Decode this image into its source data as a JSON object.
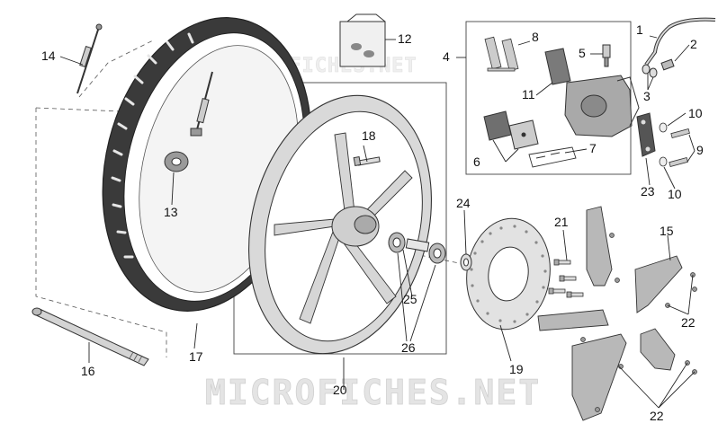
{
  "diagram": {
    "watermark_main": "MICROFICHES.NET",
    "watermark_top": "MICROFICHES.NET",
    "callouts": {
      "c1": "1",
      "c2": "2",
      "c3": "3",
      "c4": "4",
      "c5": "5",
      "c6": "6",
      "c7": "7",
      "c8": "8",
      "c9": "9",
      "c10a": "10",
      "c10b": "10",
      "c11": "11",
      "c12": "12",
      "c13": "13",
      "c14": "14",
      "c15": "15",
      "c16": "16",
      "c17": "17",
      "c18": "18",
      "c19": "19",
      "c20": "20",
      "c21": "21",
      "c22a": "22",
      "c22b": "22",
      "c23": "23",
      "c24": "24",
      "c25": "25",
      "c26": "26"
    },
    "colors": {
      "line": "#333333",
      "part_fill": "#d9d9d9",
      "dark_fill": "#8c8c8c",
      "tyre": "#3a3a3a"
    }
  }
}
